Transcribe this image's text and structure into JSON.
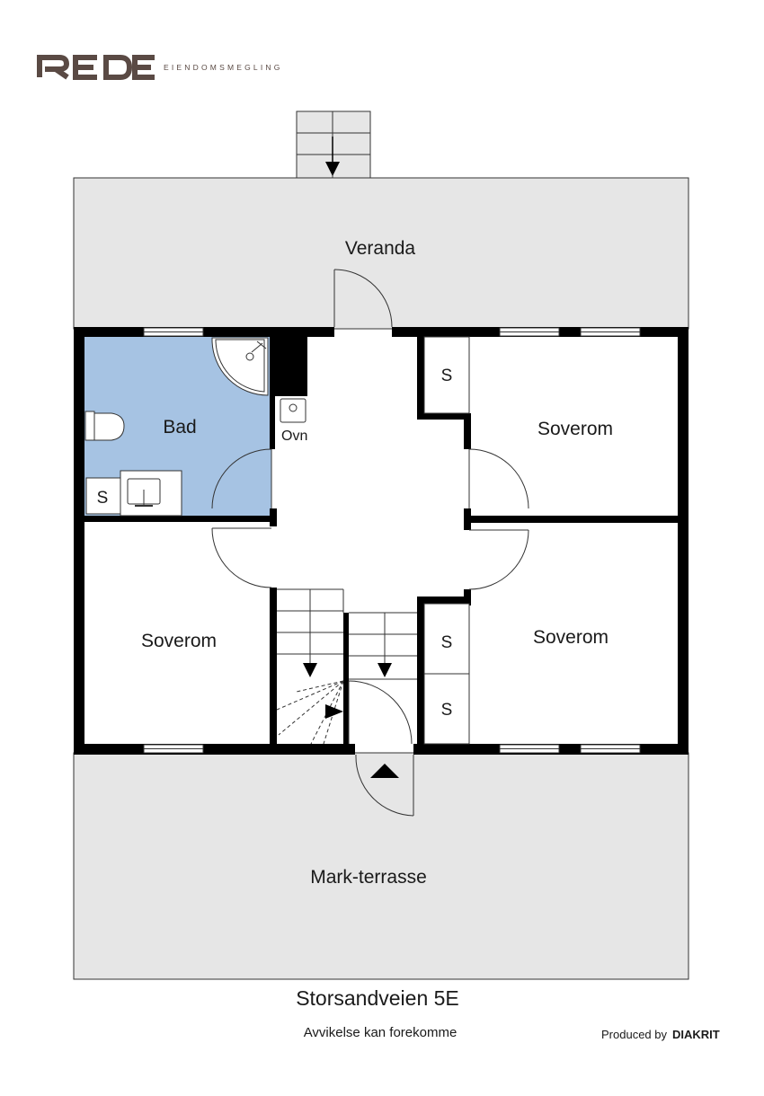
{
  "brand": {
    "logo_text": "REDE",
    "tagline": "EIENDOMSMEGLING"
  },
  "rooms": {
    "veranda": "Veranda",
    "bad": "Bad",
    "ovn": "Ovn",
    "soverom_top_right": "Soverom",
    "soverom_left": "Soverom",
    "soverom_bottom_right": "Soverom",
    "storage": "S",
    "mark_terrasse": "Mark-terrasse"
  },
  "footer": {
    "address": "Storsandveien 5E",
    "disclaimer": "Avvikelse kan forekomme",
    "produced_by": "Produced by",
    "producer": "DIAKRIT"
  },
  "colors": {
    "wall": "#000000",
    "outdoor": "#e6e6e6",
    "bathroom": "#a6c3e3",
    "logo": "#5a4a44"
  }
}
